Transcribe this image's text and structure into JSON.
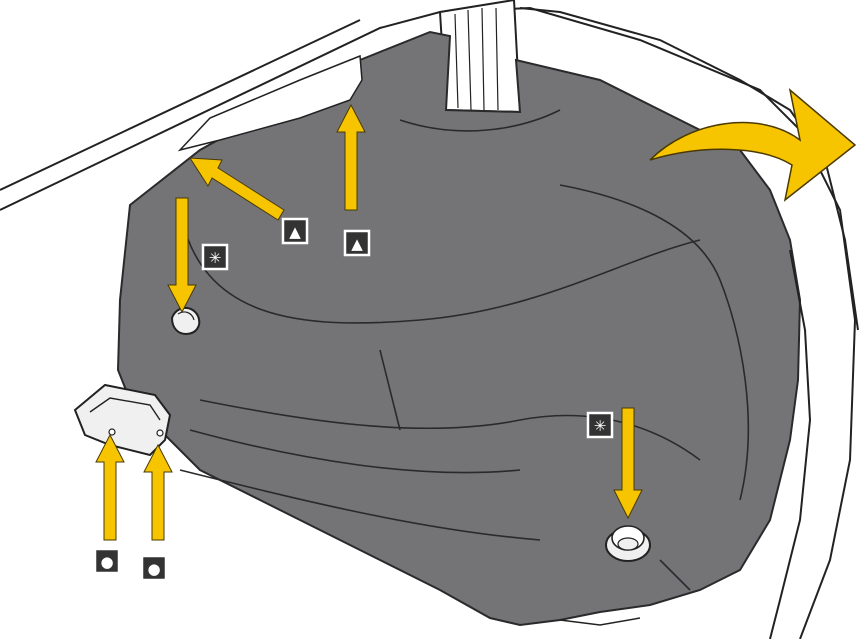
{
  "colors": {
    "background": "#ffffff",
    "panel": "#747477",
    "panel_line": "#2a2a2c",
    "body_shell": "#ffffff",
    "outline": "#222222",
    "arrow": "#f7c500",
    "arrow_edge": "#4a3a00",
    "marker_bg": "#333333",
    "marker_border": "#ffffff",
    "clip_fill": "#f0f0f0"
  },
  "markers": [
    {
      "id": "triangle-a",
      "shape": "triangle",
      "symbol": "▲"
    },
    {
      "id": "triangle-b",
      "shape": "triangle",
      "symbol": "▲"
    },
    {
      "id": "asterisk-a",
      "shape": "asterisk",
      "symbol": "✳"
    },
    {
      "id": "asterisk-b",
      "shape": "asterisk",
      "symbol": "✳"
    },
    {
      "id": "circle-a",
      "shape": "circle",
      "symbol": "●"
    },
    {
      "id": "circle-b",
      "shape": "circle",
      "symbol": "●"
    }
  ],
  "icons": {
    "removal_direction": "curved-arrow-icon",
    "pull_direction": "straight-arrow-icon",
    "fastener": "push-clip-icon",
    "fastener_bracket": "bracket-icon"
  }
}
